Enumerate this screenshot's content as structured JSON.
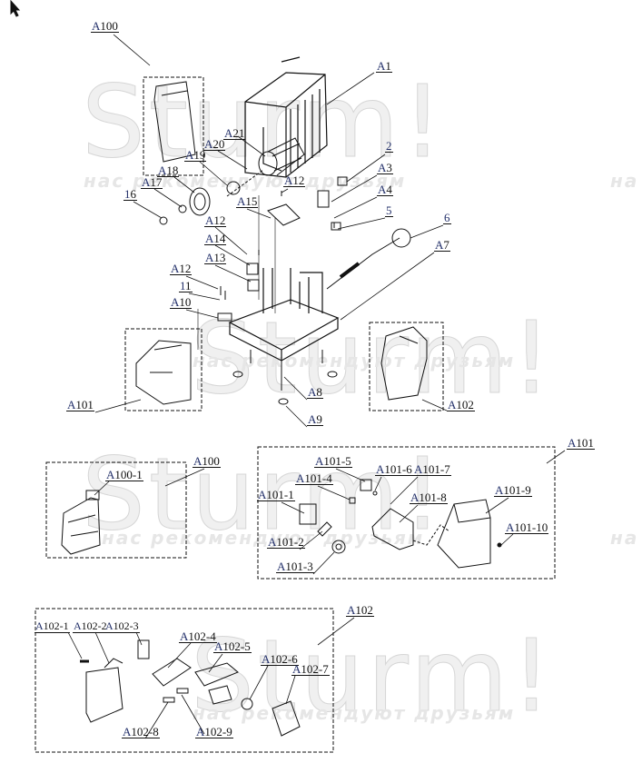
{
  "watermark": {
    "brand": "Sturm!",
    "slogan": "нас рекомендуют друзьям",
    "slogan_cut": "на"
  },
  "main_labels": [
    "A100",
    "A1",
    "A21",
    "A20",
    "A19",
    "A18",
    "A17",
    "16",
    "2",
    "A3",
    "A4",
    "A12",
    "A15",
    "5",
    "6",
    "A7",
    "A12",
    "A14",
    "A13",
    "A12",
    "11",
    "A10",
    "A101",
    "A8",
    "A9",
    "A102"
  ],
  "a100_labels": [
    "A100",
    "A100-1"
  ],
  "a101_labels": [
    "A101",
    "A101-5",
    "A101-4",
    "A101-6",
    "A101-7",
    "A101-1",
    "A101-8",
    "A101-9",
    "A101-10",
    "A101-2",
    "A101-3"
  ],
  "a102_labels": [
    "A102",
    "A102-1",
    "A102-2",
    "A102-3",
    "A102-4",
    "A102-5",
    "A102-6",
    "A102-7",
    "A102-8",
    "A102-9"
  ],
  "colors": {
    "line": "#111111",
    "label_prefix": "#23306a",
    "watermark": "#e3e3e3"
  }
}
